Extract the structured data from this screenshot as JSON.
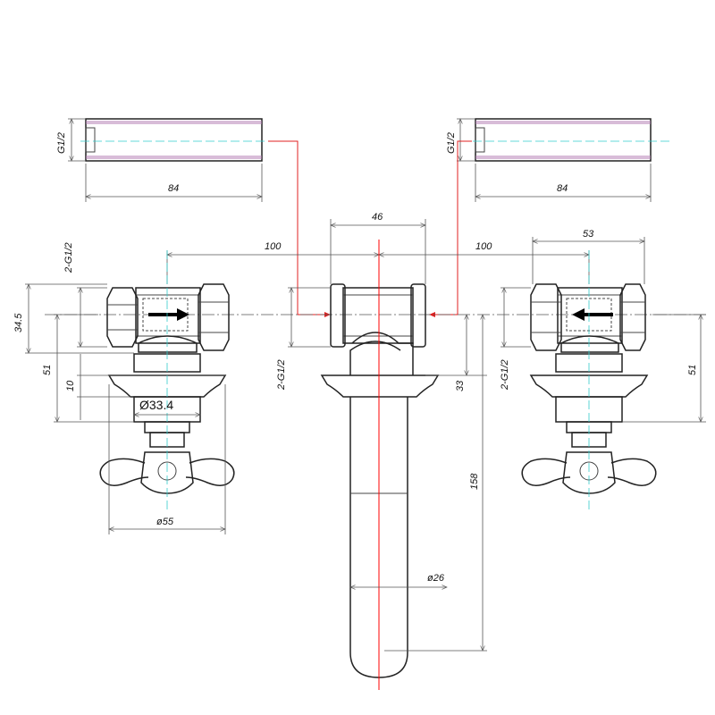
{
  "dimensions": {
    "left_pipe_thread": "G1/2",
    "left_pipe_length": "84",
    "right_pipe_thread": "G1/2",
    "right_pipe_length": "84",
    "left_spacing": "100",
    "spout_width": "46",
    "right_spacing": "100",
    "right_valve_width": "53",
    "left_valve_thread": "2-G1/2",
    "left_height_345": "34.5",
    "left_height_51": "51",
    "left_height_10": "10",
    "left_inner_dia": "Ø33.4",
    "left_flange_dia": "ø55",
    "spout_thread": "2-G1/2",
    "spout_height_33": "33",
    "spout_length_158": "158",
    "spout_dia": "ø26",
    "right_valve_thread": "2-G1/2",
    "right_height_51": "51"
  },
  "colors": {
    "centerline": "#ff0000",
    "hatch": "#b07ab0",
    "axis": "#33cccc"
  }
}
